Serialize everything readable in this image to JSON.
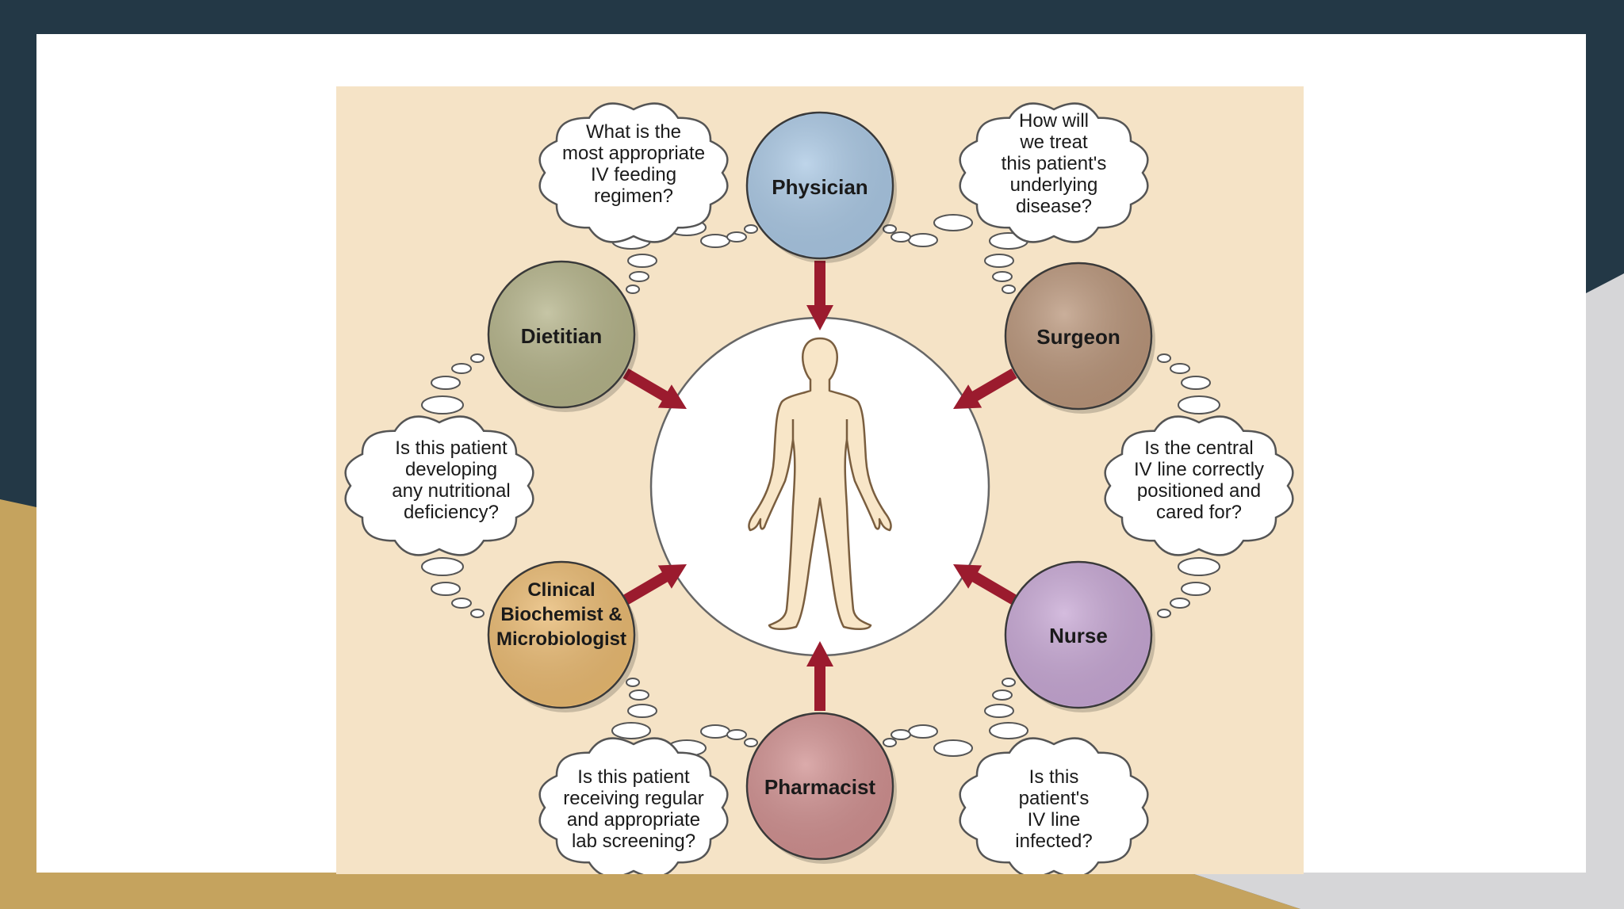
{
  "colors": {
    "background_dark": "#233846",
    "background_gold": "#c5a35e",
    "background_gray": "#d6d6d8",
    "slide": "#ffffff",
    "diagram_bg": "#f5e3c6",
    "arrow": "#9b1b2e",
    "figure_outline": "#7a5e3f",
    "figure_fill": "#f8e6c8"
  },
  "center": {
    "icon": "human-body-outline-icon"
  },
  "roles": [
    {
      "id": "physician",
      "label": "Physician",
      "color": "#a9c7e3"
    },
    {
      "id": "surgeon",
      "label": "Surgeon",
      "color": "#b89479"
    },
    {
      "id": "nurse",
      "label": "Nurse",
      "color": "#c6a6d3"
    },
    {
      "id": "pharmacist",
      "label": "Pharmacist",
      "color": "#cf8f8f"
    },
    {
      "id": "biochemist",
      "label": "Clinical\nBiochemist &\nMicrobiologist",
      "color": "#e9b970"
    },
    {
      "id": "dietitian",
      "label": "Dietitian",
      "color": "#b3b288"
    }
  ],
  "thoughts": [
    {
      "id": "iv-feeding",
      "text": "What is the\nmost appropriate\nIV feeding\nregimen?"
    },
    {
      "id": "underlying-disease",
      "text": "How will\nwe treat\nthis patient's\nunderlying\ndisease?"
    },
    {
      "id": "central-line",
      "text": "Is the central\nIV line correctly\npositioned and\ncared for?"
    },
    {
      "id": "line-infected",
      "text": "Is this\npatient's\nIV line\ninfected?"
    },
    {
      "id": "lab-screening",
      "text": "Is this patient\nreceiving regular\nand appropriate\nlab screening?"
    },
    {
      "id": "nutritional-deficiency",
      "text": "Is this patient\ndeveloping\nany nutritional\ndeficiency?"
    }
  ]
}
